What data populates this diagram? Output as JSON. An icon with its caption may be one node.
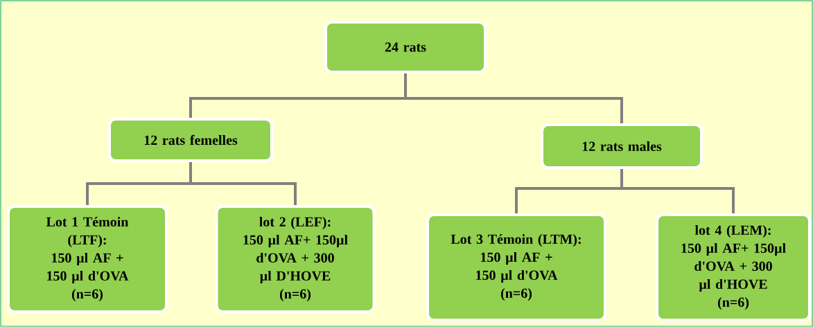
{
  "diagram": {
    "nodes": [
      {
        "text": [
          "24 rats"
        ]
      },
      {
        "text": [
          "12 rats femelles"
        ]
      },
      {
        "text": [
          "12 rats males"
        ]
      },
      {
        "text": [
          "Lot 1 Témoin (LTF):",
          "150 µl AF + 150 µl d'OVA",
          "(n=6)"
        ]
      },
      {
        "text": [
          "lot 2 (LEF):",
          "150 µl AF+ 150µl d'OVA + 300 µl D'HOVE",
          "(n=6)"
        ]
      },
      {
        "text": [
          "Lot 3 Témoin (LTM):",
          "150 µl AF + 150 µl d'OVA",
          "(n=6)"
        ]
      },
      {
        "text": [
          "lot 4 (LEM):",
          "150 µl AF+ 150µl d'OVA + 300 µl d'HOVE",
          "(n=6)"
        ]
      }
    ],
    "edges": [
      {
        "from": 0,
        "to": 1,
        "arrow": "none"
      },
      {
        "from": 0,
        "to": 2,
        "arrow": "none"
      },
      {
        "from": 1,
        "to": 3,
        "arrow": "none"
      },
      {
        "from": 1,
        "to": 4,
        "arrow": "none"
      },
      {
        "from": 2,
        "to": 5,
        "arrow": "none"
      },
      {
        "from": 2,
        "to": 6,
        "arrow": "none"
      }
    ]
  }
}
